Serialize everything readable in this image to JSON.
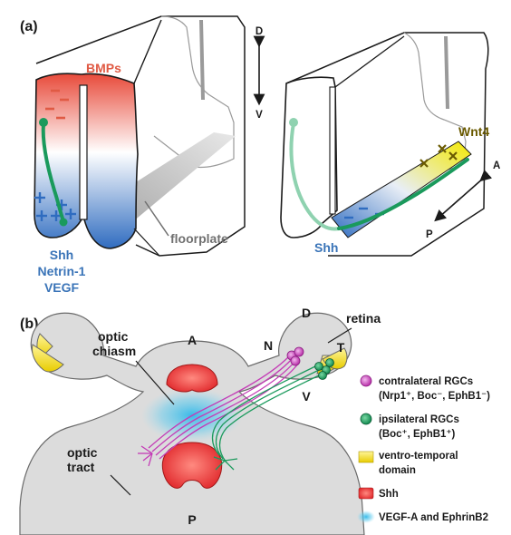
{
  "panels": {
    "a": "(a)",
    "b": "(b)"
  },
  "panel_a": {
    "bmps": "BMPs",
    "shh_left": [
      "Shh",
      "Netrin-1",
      "VEGF"
    ],
    "floorplate": "floorplate",
    "axis_dv": {
      "top": "D",
      "bottom": "V"
    },
    "wnt4": "Wnt4",
    "axis_ap": {
      "top": "A",
      "bottom": "P"
    },
    "shh_right": "Shh"
  },
  "panel_b": {
    "optic_chiasm": [
      "optic",
      "chiasm"
    ],
    "optic_tract": [
      "optic",
      "tract"
    ],
    "retina": "retina",
    "A": "A",
    "P": "P",
    "D": "D",
    "N": "N",
    "T": "T",
    "V": "V",
    "legend": [
      {
        "id": "contra",
        "lines": [
          "contralateral RGCs",
          "(Nrp1⁺, Boc⁻, EphB1⁻)"
        ],
        "color": "#c43cb6"
      },
      {
        "id": "ipsi",
        "lines": [
          "ipsilateral RGCs",
          "(Boc⁺, EphB1⁺)"
        ],
        "color": "#1a9a5c"
      },
      {
        "id": "vt",
        "lines": [
          "ventro-temporal",
          "domain"
        ],
        "color": "#ecd400"
      },
      {
        "id": "shh",
        "lines": [
          "Shh"
        ],
        "color": "#e03a3a"
      },
      {
        "id": "vegf",
        "lines": [
          "VEGF-A and EphrinB2"
        ],
        "color": "#30b8e8"
      }
    ]
  }
}
